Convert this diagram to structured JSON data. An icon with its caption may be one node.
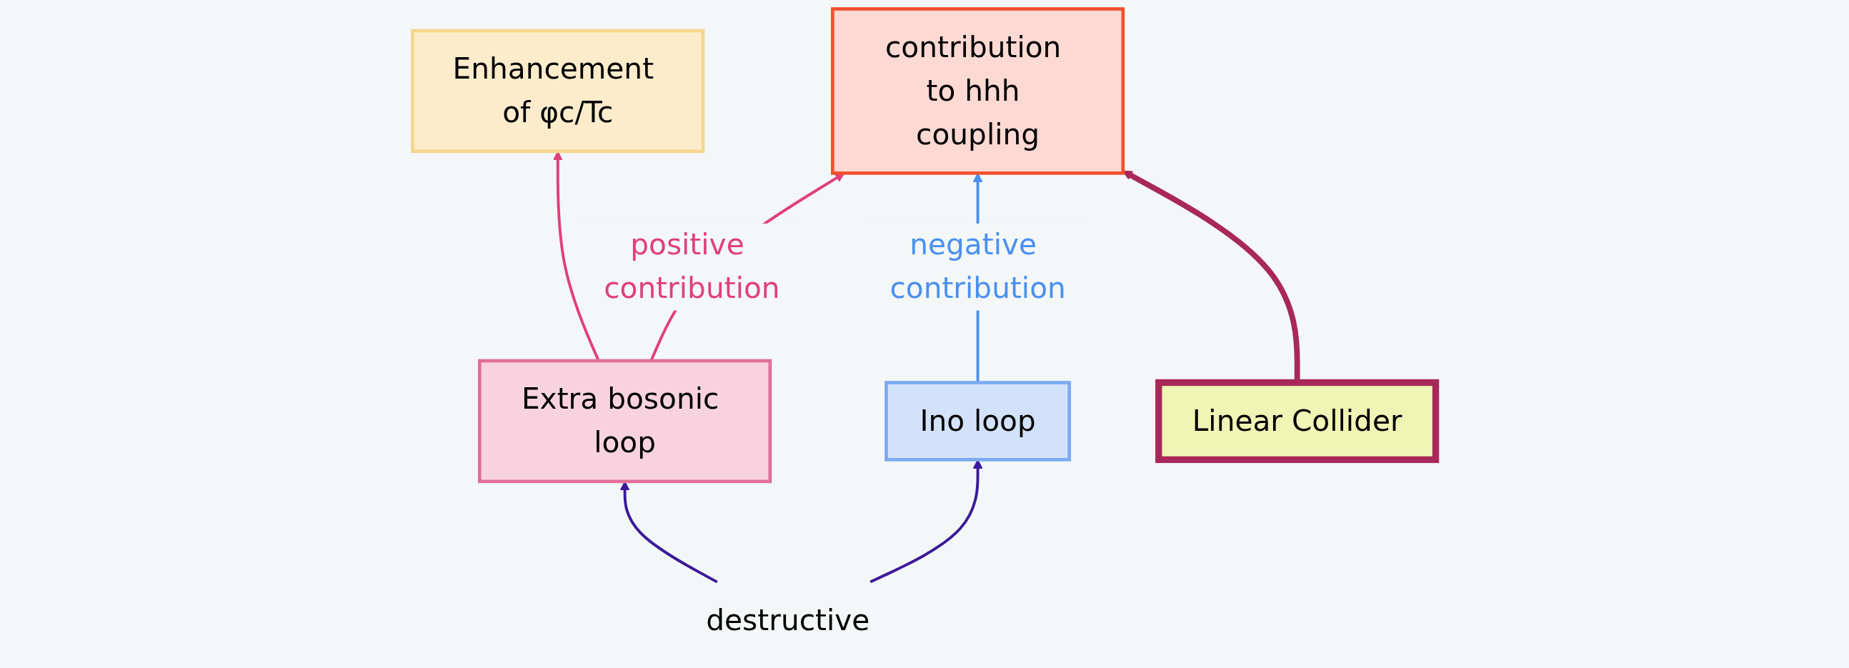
{
  "diagram": {
    "nodes": [
      {
        "text": [
          "Enhancement of φc/Tc"
        ]
      },
      {
        "text": [
          "Extra bosonic loop"
        ]
      },
      {
        "text": [
          "Ino loop"
        ]
      },
      {
        "text": [
          "contribution to hhh coupling"
        ]
      },
      {
        "text": [
          "Linear Collider"
        ]
      },
      {
        "text": [
          "destructive"
        ]
      }
    ],
    "edges": [
      {
        "from": 1,
        "to": 0,
        "arrow": "to",
        "color": "#e0407a"
      },
      {
        "from": 1,
        "to": 3,
        "arrow": "to",
        "label": "positive contribution",
        "color": "#e0407a"
      },
      {
        "from": 2,
        "to": 3,
        "arrow": "to",
        "label": "negative contribution",
        "color": "#4a90f0"
      },
      {
        "from": 4,
        "to": 3,
        "arrow": "to",
        "style": "thick",
        "color": "#a8285a"
      },
      {
        "from": 5,
        "to": 1,
        "arrow": "to",
        "color": "#3a1a9a"
      },
      {
        "from": 5,
        "to": 2,
        "arrow": "to",
        "color": "#3a1a9a"
      }
    ]
  }
}
